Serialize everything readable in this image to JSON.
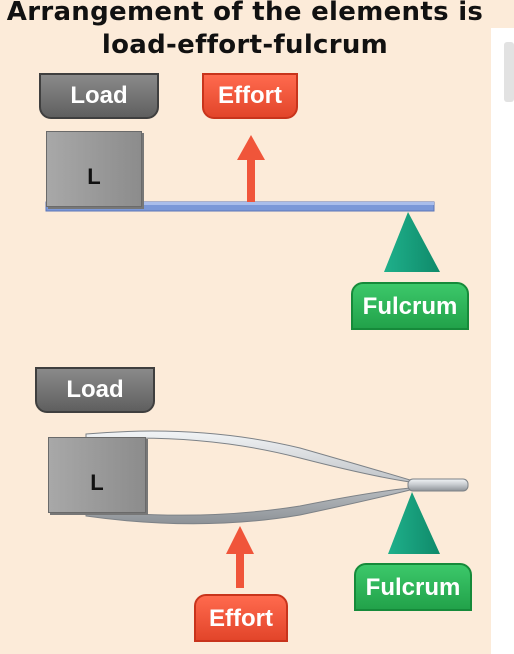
{
  "title": {
    "line1": "Arrangement of the elements is",
    "line2": "load-effort-fulcrum"
  },
  "top_diagram": {
    "load_label": "Load",
    "effort_label": "Effort",
    "fulcrum_label": "Fulcrum",
    "box_letter": "L"
  },
  "bottom_diagram": {
    "load_label": "Load",
    "effort_label": "Effort",
    "fulcrum_label": "Fulcrum",
    "box_letter": "L"
  },
  "colors": {
    "background": "#fcebd9",
    "load": "#6f6f6f",
    "effort": "#f0553a",
    "fulcrum": "#2eb45a",
    "fulcrum_wedge": "#169a7a",
    "lever": "#7b98d8"
  }
}
